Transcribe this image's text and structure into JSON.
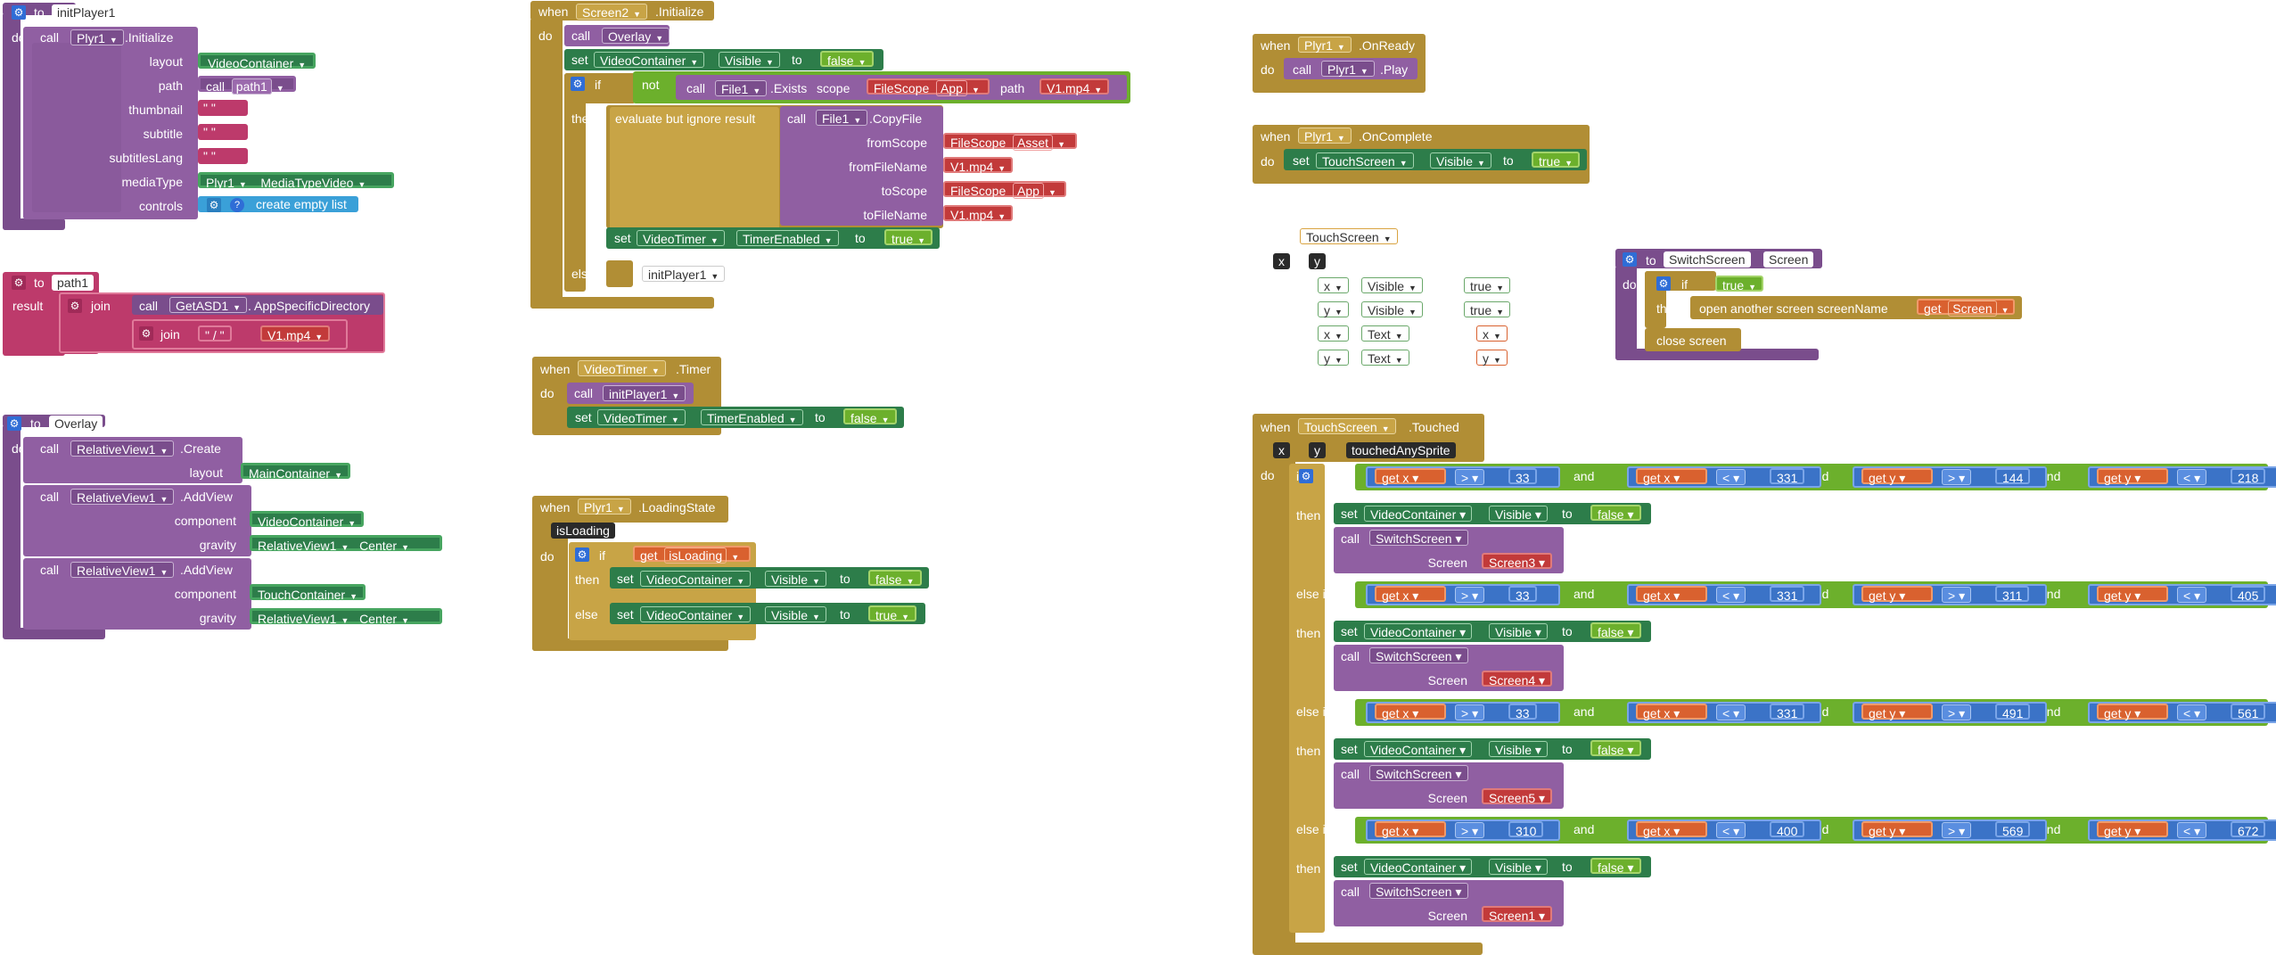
{
  "kw": {
    "to": "to",
    "do": "do",
    "call": "call",
    "set": "set",
    "when": "when",
    "if": "if",
    "then": "then",
    "else": "else",
    "else_if": "else if",
    "result": "result",
    "join": "join",
    "to_assign": "to",
    "not": "not",
    "and": "and",
    "get": "get",
    "close_screen": "close screen",
    "evaluate": "evaluate but ignore result",
    "open_screen": "open another screen  screenName",
    "create_empty_list": "create empty list",
    "question": "?",
    "gear": "⚙"
  },
  "initPlayer": {
    "name": "initPlayer1",
    "component": "Plyr1",
    "method": ".Initialize",
    "params": [
      {
        "label": "layout",
        "value": "VideoContainer"
      },
      {
        "label": "path",
        "value": "path1"
      },
      {
        "label": "thumbnail",
        "value": "\" \""
      },
      {
        "label": "subtitle",
        "value": "\" \""
      },
      {
        "label": "subtitlesLang",
        "value": "\" \""
      },
      {
        "label": "mediaType",
        "value": "Plyr1",
        "value2": "MediaTypeVideo"
      },
      {
        "label": "controls",
        "value": "create empty list"
      }
    ]
  },
  "path1": {
    "name": "path1",
    "component": "GetASD1",
    "method": ". AppSpecificDirectory",
    "sep": "\" / \"",
    "file": "V1.mp4"
  },
  "overlay": {
    "name": "Overlay",
    "c1": "RelativeView1",
    "m1": ".Create",
    "l1": "layout",
    "v1": "MainContainer",
    "c2": "RelativeView1",
    "m2": ".AddView",
    "l2a": "component",
    "v2a": "VideoContainer",
    "l2b": "gravity",
    "v2b": "RelativeView1",
    "v2c": "Center",
    "c3": "RelativeView1",
    "m3": ".AddView",
    "l3a": "component",
    "v3a": "TouchContainer",
    "l3b": "gravity",
    "v3b": "RelativeView1",
    "v3c": "Center"
  },
  "screen2": {
    "component": "Screen2",
    "event": ".Initialize",
    "call": "Overlay",
    "setComp": "VideoContainer",
    "prop": "Visible",
    "val": "false",
    "file": "File1",
    "exists": ".Exists",
    "scope_lbl": "scope",
    "scope_comp": "FileScope",
    "scope_val": "App",
    "path_lbl": "path",
    "path_val": "V1.mp4",
    "copy": ".CopyFile",
    "fromScope": "fromScope",
    "fromScopeComp": "FileScope",
    "fromScopeVal": "Asset",
    "fromFileName": "fromFileName",
    "fromFileVal": "V1.mp4",
    "toScope": "toScope",
    "toScopeComp": "FileScope",
    "toScopeVal": "App",
    "toFileName": "toFileName",
    "toFileVal": "V1.mp4",
    "timer": "VideoTimer",
    "timerProp": "TimerEnabled",
    "timerVal": "true",
    "elseCall": "initPlayer1"
  },
  "videoTimer": {
    "component": "VideoTimer",
    "event": ".Timer",
    "call": "initPlayer1",
    "setComp": "VideoTimer",
    "prop": "TimerEnabled",
    "val": "false"
  },
  "loading": {
    "component": "Plyr1",
    "event": ".LoadingState",
    "param": "isLoading",
    "getVar": "isLoading",
    "setComp": "VideoContainer",
    "prop": "Visible",
    "v1": "false",
    "v2": "true"
  },
  "onReady": {
    "component": "Plyr1",
    "event": ".OnReady",
    "callComp": "Plyr1",
    "method": ".Play"
  },
  "onComplete": {
    "component": "Plyr1",
    "event": ".OnComplete",
    "setComp": "TouchScreen",
    "prop": "Visible",
    "val": "true"
  },
  "floating": {
    "touch": "TouchScreen",
    "x": "x",
    "y": "y",
    "rows": [
      {
        "a": "x",
        "b": "Visible",
        "c": "true"
      },
      {
        "a": "y",
        "b": "Visible",
        "c": "true"
      },
      {
        "a": "x",
        "b": "Text",
        "c": "x"
      },
      {
        "a": "y",
        "b": "Text",
        "c": "y"
      }
    ]
  },
  "switchScreen": {
    "name": "SwitchScreen",
    "param": "Screen",
    "cond": "true",
    "getVar": "Screen"
  },
  "touched": {
    "component": "TouchScreen",
    "event": ".Touched",
    "p1": "x",
    "p2": "y",
    "p3": "touchedAnySprite",
    "setComp": "VideoContainer",
    "prop": "Visible",
    "val": "false",
    "callProc": "SwitchScreen",
    "screenLbl": "Screen",
    "branches": [
      {
        "kw": "if",
        "x1": "33",
        "x2": "331",
        "y1": "144",
        "y2": "218",
        "screen": "Screen3"
      },
      {
        "kw": "else if",
        "x1": "33",
        "x2": "331",
        "y1": "311",
        "y2": "405",
        "screen": "Screen4"
      },
      {
        "kw": "else if",
        "x1": "33",
        "x2": "331",
        "y1": "491",
        "y2": "561",
        "screen": "Screen5"
      },
      {
        "kw": "else if",
        "x1": "310",
        "x2": "400",
        "y1": "569",
        "y2": "672",
        "screen": "Screen1"
      }
    ],
    "ops": {
      "gt": ">",
      "lt": "<",
      "x": "x",
      "y": "y"
    }
  }
}
